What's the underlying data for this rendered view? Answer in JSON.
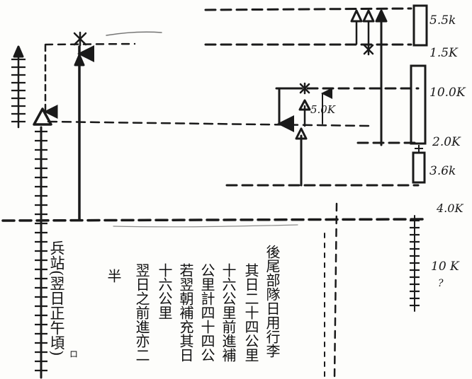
{
  "distance_labels": {
    "d1": "5.5k",
    "d2": "1.5K",
    "d3": "10.0K",
    "d4": "5.0K",
    "d5": "2.0K",
    "d6": "3.6k",
    "d7": "4.0K",
    "d8": "10 K"
  },
  "station_label": "兵站(翌日正午頃)",
  "station_mark": "ロ",
  "question_mark": "?",
  "note_lines": [
    "後尾部隊日用行李",
    "其日二十四公里",
    "十六公里前進補",
    "公里計四十四公",
    "若翌朝補充其日",
    "十六公里",
    "翌日之前進亦二",
    "半"
  ],
  "colors": {
    "ink": "#1a1a1a"
  }
}
